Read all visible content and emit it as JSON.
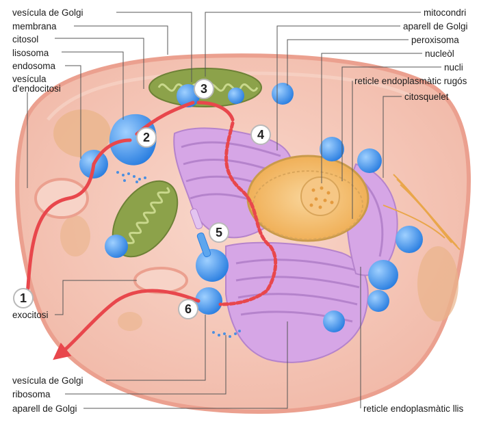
{
  "labels_left": {
    "golgi_vesicle_top": "vesícula de Golgi",
    "membrane": "membrana",
    "cytosol": "citosol",
    "lysosome": "lisosoma",
    "endosome": "endosoma",
    "endocytosis_vesicle_1": "vesícula",
    "endocytosis_vesicle_2": "d'endocitosi",
    "exocytosis": "exocitosi",
    "golgi_vesicle_bottom": "vesícula de Golgi",
    "ribosome": "ribosoma",
    "golgi_apparatus_bottom": "aparell de Golgi"
  },
  "labels_right": {
    "mitochondrion": "mitocondri",
    "golgi_apparatus": "aparell de Golgi",
    "peroxisome": "peroxisoma",
    "nucleolus": "nucleòl",
    "nucleus": "nucli",
    "rough_er": "reticle endoplasmàtic rugós",
    "cytoskeleton": "citosquelet",
    "smooth_er": "reticle endoplasmàtic llis"
  },
  "steps": [
    "1",
    "2",
    "3",
    "4",
    "5",
    "6"
  ],
  "colors": {
    "cell_fill": "#f6c9bc",
    "membrane": "#eea593",
    "golgi_er": "#cf9fe0",
    "vesicle": "#3b8fe6",
    "mitochondrion": "#8ca24a",
    "nucleus": "#f2b65a",
    "pathway": "#e8474c"
  }
}
